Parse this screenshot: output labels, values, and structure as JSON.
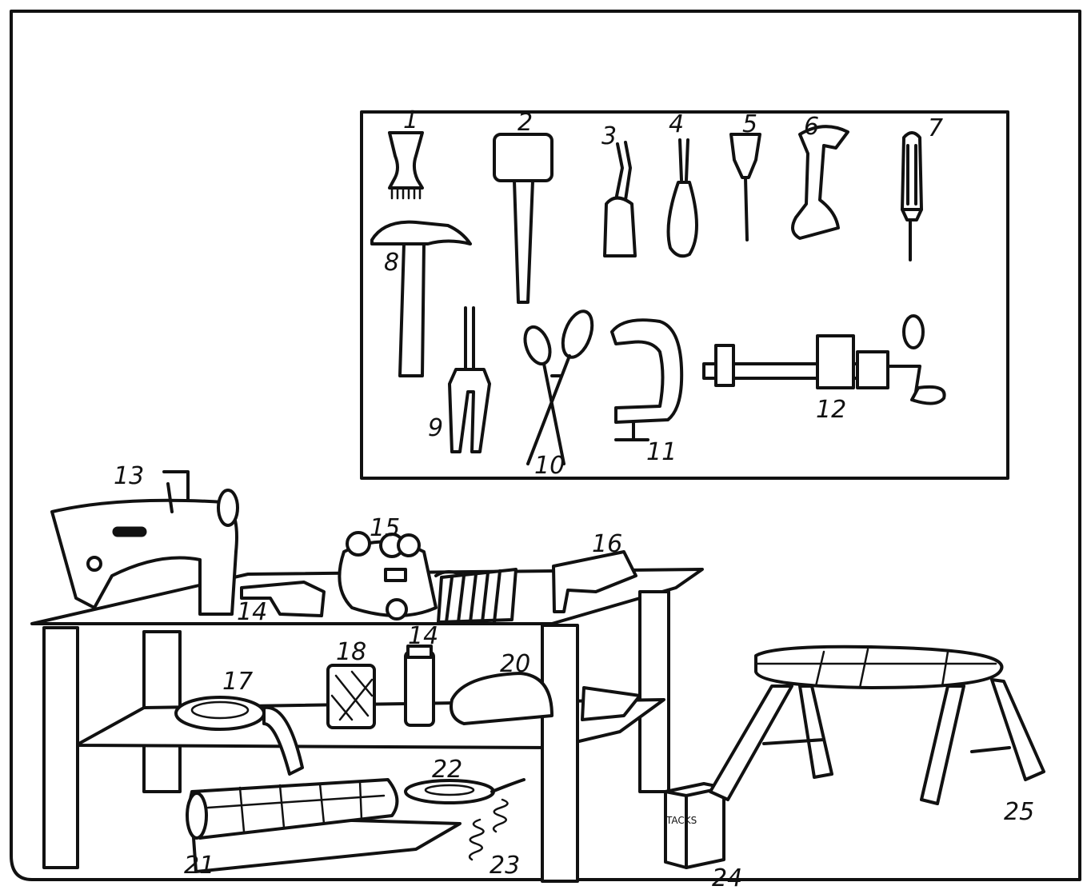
{
  "labels": {
    "n1": "1",
    "n2": "2",
    "n3": "3",
    "n4": "4",
    "n5": "5",
    "n6": "6",
    "n7": "7",
    "n8": "8",
    "n9": "9",
    "n10": "10",
    "n11": "11",
    "n12": "12",
    "n13": "13",
    "n14a": "14",
    "n15": "15",
    "n16": "16",
    "n17": "17",
    "n18": "18",
    "n14b": "14",
    "n20": "20",
    "n21": "21",
    "n22": "22",
    "n23": "23",
    "n24": "24",
    "n25": "25"
  },
  "box_text": "TACKS",
  "colors": {
    "ink": "#111111",
    "paper": "#ffffff"
  }
}
